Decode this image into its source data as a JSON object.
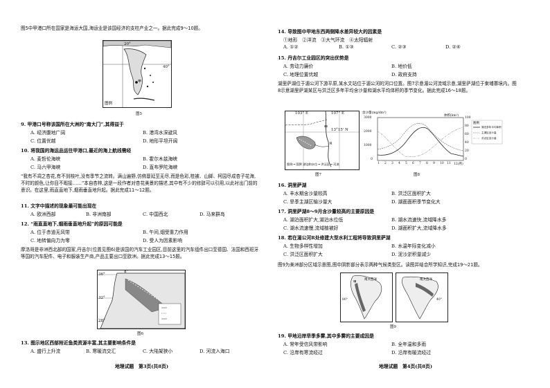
{
  "left": {
    "intro1": "图5中甲港口所在国家是海运大国,海运业是该国经济的支柱产业之一。据此完成9～10题。",
    "fig5": {
      "caption": "图5",
      "lon_label": "20°",
      "lat_label": "40°",
      "sea_label": "图例"
    },
    "q9": {
      "stem": "9. 甲港口号称该国所在大洲的“南大门”,其得益于",
      "A": "A. 经济腹地广阔",
      "B": "B. 港湾水深避风",
      "C": "C. 位置优越",
      "D": "D. 地形平坦开阔"
    },
    "q10": {
      "stem": "10. 将我国的海运品运往甲港口,最近的海上航线需经",
      "A": "A. 麦哲伦海峡",
      "B": "B. 霍尔木兹海峡",
      "C": "C. 马六甲海峡",
      "D": "D. 直布罗陀海峡"
    },
    "quote": "“我有不凋之杏花,有不到枝叶,没有季节之流转。满山遍野,仿佛蔓延至无尽,而是色彩,桂被、山脚、柯园尽成杏子花海,不时的颜色,让你目不暇接……”本自杏林,这是一段作者对杏花美景的描述,其中有不少的修辞可以引用,以此衬出门前的意识。在这里,雨直直地下,烟雨垂直地升起。据此完成11～12题。",
    "q11": {
      "stem": "11. 文字中描述的现象最可能出现在",
      "A": "A. 欧洲西部",
      "B": "B. 非洲南部",
      "C": "C. 中国西北",
      "D": "D. 马来群岛"
    },
    "q12": {
      "stem": "12. “雨直直地下,烟雨垂直地升起”的原因可能是",
      "A": "A. 位于赤道无风带",
      "B": "B. 午间,烟受重力作用",
      "C": "C. 地转偏向力为零",
      "D": "D. 受人为因素影响"
    },
    "intro2": "摩洛哥是非洲西北部的国家,丹吉尔(位置见图6)是该国的汽车工业园区,目前这里的汽车组件出口至德国、法国和西班牙等国的汽车配件、电子和服装生产商,产品主要出口至欧洲。据此完成13～15题。",
    "fig6": {
      "caption": "图6",
      "lon_label": "8°",
      "lat36": "36°",
      "lat32": "32°",
      "lat28": "28°"
    },
    "q13": {
      "stem": "13. 图示地区西部附近鱼类资源丰富,其主要影响条件是",
      "A": "A. 盛行上升流",
      "B": "B. 寒暖流交汇",
      "C": "C. 大陆架狭小",
      "D": "D. 河流入海口"
    },
    "footer": "地理试题　第3页(共8页)"
  },
  "right": {
    "q14": {
      "stem": "14. 导致图中甲地东西两侧降水差异较大的因素是",
      "items": "①地形　②洋流　③大气环流　④太阳辐射",
      "A": "A. ①②",
      "B": "B. ①③",
      "C": "C. ②③",
      "D": "D. ②④"
    },
    "q15": {
      "stem": "15. 丹吉尔工业园区的突出优势是",
      "A": "A. 劳动力廉价",
      "B": "B. 地价低",
      "C": "C. 地理位置优越",
      "D": "D. 政府支持"
    },
    "intro3": "湖里萨湖位于湄公河下游平原,某水文站位于湄公河的河口位置。图7示意湄公河流域示意,湖里萨湖位于柬埔寨境内。图8示意湖里萨湖某区与洪泛区多年平均含沙量和湖水平均体积的季节变化。据此完成16～18题。",
    "fig7": {
      "caption": "图7",
      "lon1": "103° E",
      "lon2": "107° E",
      "lat": "13°15' N",
      "legend": "图例 ━ 国界 湖泊和水位 ━ 洪泛区 ━ 河流"
    },
    "fig8": {
      "caption": "图8",
      "ylabel": "含沙量(mg/dm³)",
      "y2label": "体积(km³)",
      "legend_title": "图例",
      "legend": [
        "湖泊多年平均体积",
        "主湖区含沙量",
        "洪泛区含沙量"
      ],
      "xticks": [
        "1",
        "2",
        "3",
        "4",
        "5",
        "6",
        "7",
        "8",
        "9",
        "10",
        "11",
        "12(月)"
      ],
      "yticks": [
        "3000",
        "2000",
        "1000",
        "0"
      ],
      "y2ticks": [
        "100",
        "80",
        "60",
        "40",
        "20",
        "0"
      ]
    },
    "q16": {
      "stem": "16. 洞里萨湖",
      "A": "A. 丰水期含沙量较高",
      "B": "B. 洪泛区面积扩大",
      "C": "C. 旱季主湖区输沙量大",
      "D": "D. 湖面面积季节变化大"
    },
    "q17": {
      "stem": "17. 洞里萨湖8～9月含沙量较高的主要原因是",
      "A": "A. 湖泊面积扩大,湖泊水位低",
      "B": "B. 湖水流速快,流域降水多",
      "C": "C. 湖水流速慢,流域植被好",
      "D": "D. 湖面积扩大,流域降水多"
    },
    "q18": {
      "stem": "18. 若在湄公河R处修建大型水利工程将导致洞里萨湖",
      "A": "A. 生物多样性增加",
      "B": "B. 水温年际变化减小",
      "C": "C. 洪泛区面积扩大",
      "D": "D. 泥沙淤积量减少"
    },
    "intro4": "图9为美洲部分区域示意图,图中阴影部分表示两种气候类型区。读图并结合所学知识,完成19～21题。",
    "fig9": {
      "caption": "图9",
      "a_label": "南大西洋",
      "b_label": "南大西洋",
      "lon_a": "80°",
      "lon_b": "40°"
    },
    "q19": {
      "stem": "19. 甲地沿岸旱季多雾,其中多雾的主要成因是",
      "A": "A. 常年受信风带影响",
      "B": "B. 全年温和多雨",
      "C": "C. 沿岸有寒流经过",
      "D": "D. 沿岸有暖流经过"
    },
    "footer": "地理试题　第4页(共8页)"
  }
}
